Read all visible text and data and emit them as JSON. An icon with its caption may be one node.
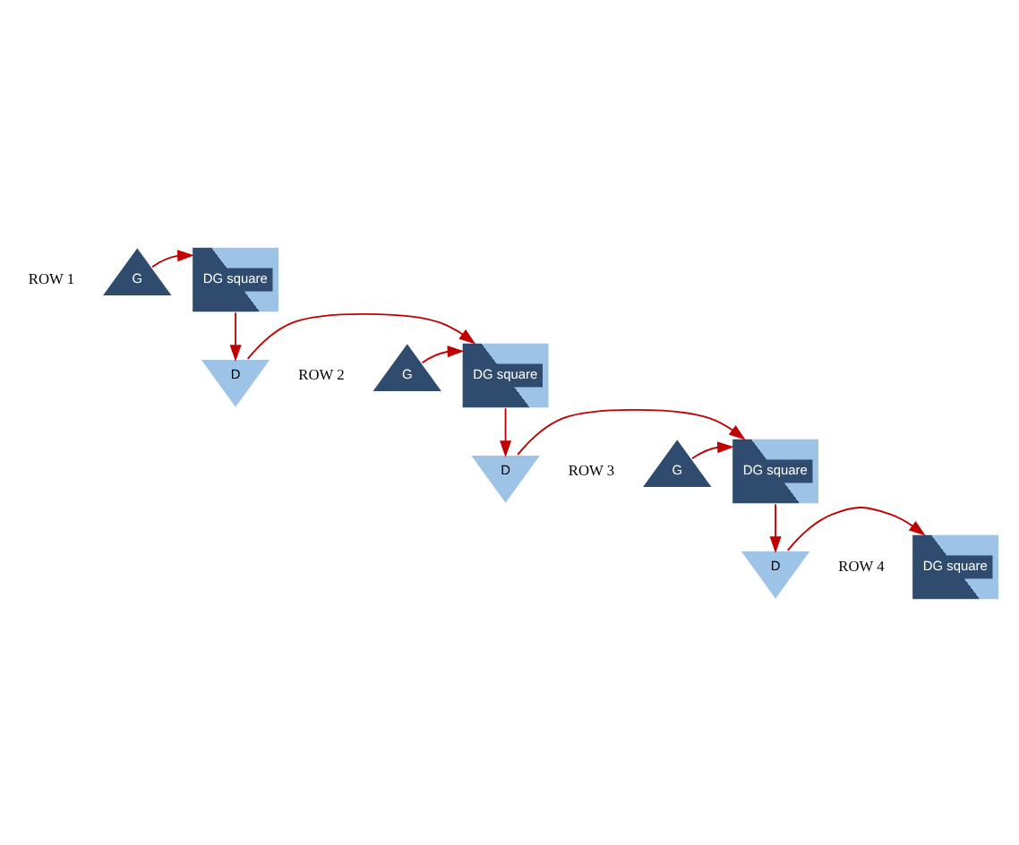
{
  "diagram": {
    "nodes": [
      {
        "text": [
          "G"
        ]
      },
      {
        "text": [
          "DG square"
        ]
      },
      {
        "text": [
          "G"
        ]
      },
      {
        "text": [
          "DG square"
        ]
      },
      {
        "text": [
          "D"
        ]
      },
      {
        "text": [
          "G"
        ]
      },
      {
        "text": [
          "DG square"
        ]
      },
      {
        "text": [
          "D"
        ]
      },
      {
        "text": [
          "DG square"
        ]
      },
      {
        "text": [
          "D"
        ]
      }
    ],
    "edges": [
      {
        "from": 0,
        "to": 1,
        "arrow": "to"
      },
      {
        "from": 1,
        "to": 4,
        "arrow": "to"
      },
      {
        "from": 2,
        "to": 3,
        "arrow": "to"
      },
      {
        "from": 4,
        "to": 3,
        "arrow": "to"
      },
      {
        "from": 3,
        "to": 7,
        "arrow": "to"
      },
      {
        "from": 5,
        "to": 6,
        "arrow": "to"
      },
      {
        "from": 7,
        "to": 6,
        "arrow": "to"
      },
      {
        "from": 6,
        "to": 9,
        "arrow": "to"
      },
      {
        "from": 9,
        "to": 8,
        "arrow": "to"
      }
    ],
    "labels": [
      "ROW 1",
      "ROW 2",
      "ROW 3",
      "ROW 4"
    ]
  }
}
